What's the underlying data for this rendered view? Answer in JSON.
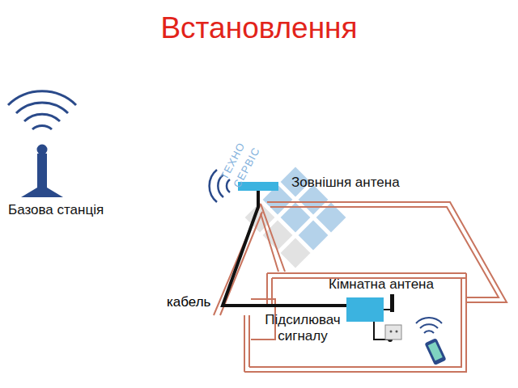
{
  "diagram": {
    "title": "Встановлення",
    "nodes": [
      {
        "text": [
          "Зовнішня антена"
        ]
      },
      {
        "text": [
          "Підсилювач сигналу"
        ]
      },
      {
        "text": [
          "Кімнатна антена"
        ]
      }
    ],
    "edges": [
      {
        "from": 0,
        "to": 1,
        "arrow": "none",
        "label": "кабель"
      },
      {
        "from": 1,
        "to": 2,
        "arrow": "none"
      }
    ],
    "labels": [
      "Базова станція",
      "ТЕХНО",
      "СЕРВІС"
    ]
  }
}
